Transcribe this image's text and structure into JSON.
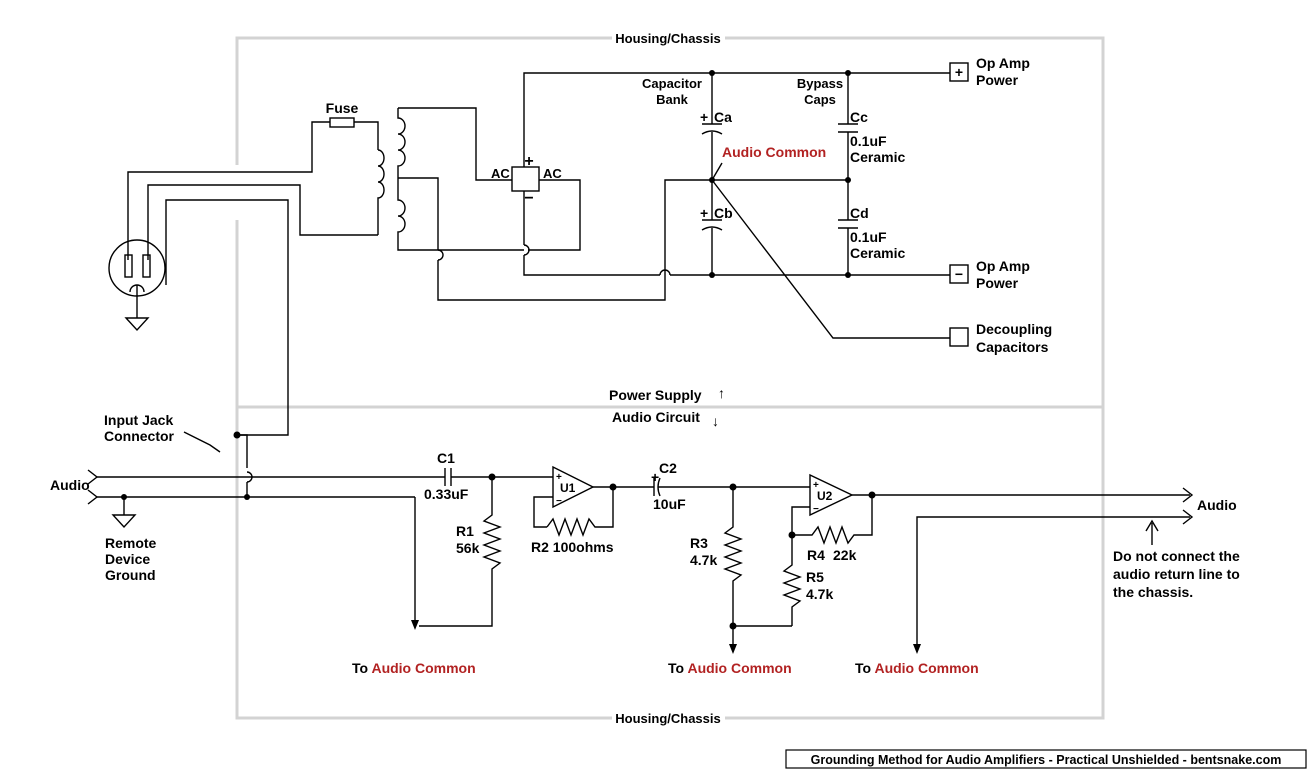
{
  "labels": {
    "housing_top": "Housing/Chassis",
    "housing_bottom": "Housing/Chassis",
    "fuse": "Fuse",
    "capacitor_bank": [
      "Capacitor",
      "Bank"
    ],
    "bypass_caps": [
      "Bypass",
      "Caps"
    ],
    "ca": "Ca",
    "cb": "Cb",
    "cc": "Cc",
    "cd": "Cd",
    "cc_value": [
      "0.1uF",
      "Ceramic"
    ],
    "cd_value": [
      "0.1uF",
      "Ceramic"
    ],
    "audio_common_psu": "Audio Common",
    "ac_left": "AC",
    "ac_right": "AC",
    "opamp_pos": [
      "Op Amp",
      "Power"
    ],
    "opamp_neg": [
      "Op Amp",
      "Power"
    ],
    "decoupling": [
      "Decoupling",
      "Capacitors"
    ],
    "power_supply": "Power Supply",
    "audio_circuit": "Audio Circuit",
    "input_jack": [
      "Input Jack",
      "Connector"
    ],
    "audio_in": "Audio",
    "remote_ground": [
      "Remote",
      "Device",
      "Ground"
    ],
    "c1": "C1",
    "c1_value": "0.33uF",
    "r1": "R1",
    "r1_value": "56k",
    "u1": "U1",
    "r2": "R2 100ohms",
    "c2": "C2",
    "c2_value": "10uF",
    "r3": "R3",
    "r3_value": "4.7k",
    "u2": "U2",
    "r4": "R4",
    "r4_value": "22k",
    "r5": "R5",
    "r5_value": "4.7k",
    "audio_out": "Audio",
    "note": [
      "Do not connect the",
      "audio return line to",
      "the chassis."
    ],
    "to_prefix": "To",
    "audio_common": "Audio Common"
  },
  "caption": "Grounding Method for Audio Amplifiers - Practical Unshielded - bentsnake.com"
}
